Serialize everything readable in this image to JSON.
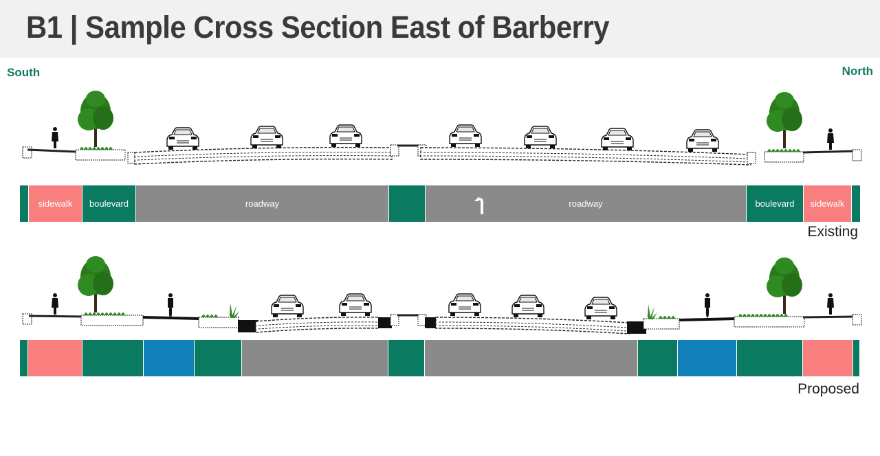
{
  "title": "B1 | Sample Cross Section East of Barberry",
  "directions": {
    "south": "South",
    "north": "North"
  },
  "colors": {
    "green": "#0a7a60",
    "pink": "#f97f7f",
    "gray": "#8a8a8a",
    "blue": "#1180b8",
    "header_bg": "#f1f1f1",
    "direction_text": "#117a64"
  },
  "existing": {
    "caption": "Existing",
    "segments": [
      {
        "type": "curb",
        "label": "",
        "color": "#0a7a60"
      },
      {
        "type": "sidewalk",
        "label": "sidewalk",
        "color": "#f97f7f"
      },
      {
        "type": "boulevard",
        "label": "boulevard",
        "color": "#0a7a60"
      },
      {
        "type": "roadway",
        "label": "roadway",
        "color": "#8a8a8a"
      },
      {
        "type": "median",
        "label": "",
        "color": "#0a7a60"
      },
      {
        "type": "roadway",
        "label": "roadway",
        "color": "#8a8a8a",
        "icon": "left-turn-arrow-icon"
      },
      {
        "type": "boulevard",
        "label": "boulevard",
        "color": "#0a7a60"
      },
      {
        "type": "sidewalk",
        "label": "sidewalk",
        "color": "#f97f7f"
      },
      {
        "type": "curb",
        "label": "",
        "color": "#0a7a60"
      }
    ]
  },
  "proposed": {
    "caption": "Proposed",
    "segments": [
      {
        "type": "curb",
        "label": "",
        "color": "#0a7a60"
      },
      {
        "type": "sidewalk",
        "label": "",
        "color": "#f97f7f"
      },
      {
        "type": "boulevard",
        "label": "",
        "color": "#0a7a60"
      },
      {
        "type": "bike-lane",
        "label": "",
        "color": "#1180b8"
      },
      {
        "type": "buffer",
        "label": "",
        "color": "#0a7a60"
      },
      {
        "type": "roadway",
        "label": "",
        "color": "#8a8a8a"
      },
      {
        "type": "median",
        "label": "",
        "color": "#0a7a60"
      },
      {
        "type": "roadway",
        "label": "",
        "color": "#8a8a8a"
      },
      {
        "type": "buffer",
        "label": "",
        "color": "#0a7a60"
      },
      {
        "type": "bike-lane",
        "label": "",
        "color": "#1180b8"
      },
      {
        "type": "boulevard",
        "label": "",
        "color": "#0a7a60"
      },
      {
        "type": "sidewalk",
        "label": "",
        "color": "#f97f7f"
      },
      {
        "type": "curb",
        "label": "",
        "color": "#0a7a60"
      }
    ]
  },
  "icons": [
    "tree-icon",
    "pedestrian-icon",
    "car-icon",
    "cyclist-icon",
    "grass-icon",
    "left-turn-arrow-icon"
  ]
}
